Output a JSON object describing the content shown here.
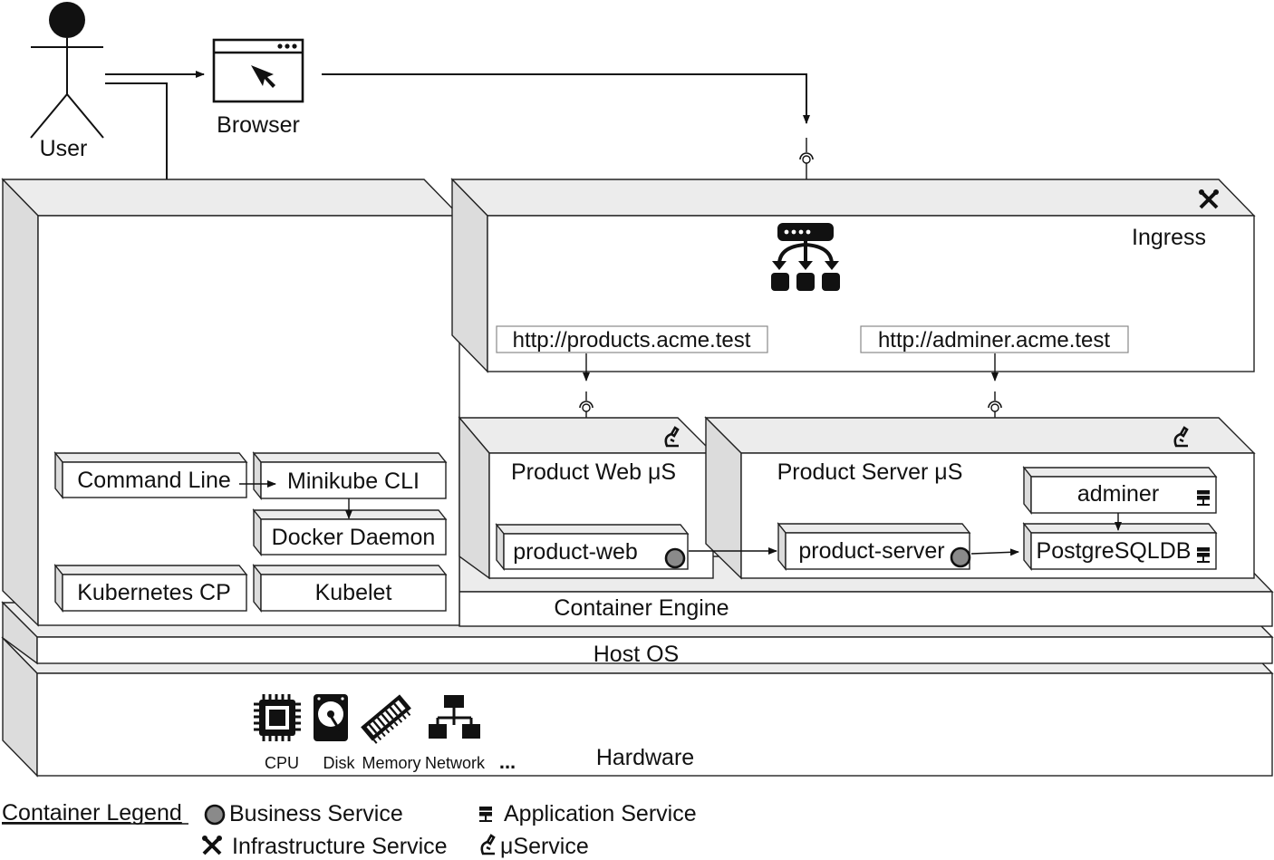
{
  "actors": {
    "user": "User",
    "browser": "Browser"
  },
  "layers": {
    "ingress": "Ingress",
    "container_engine": "Container Engine",
    "host_os": "Host OS",
    "hardware": "Hardware"
  },
  "urls": {
    "products": "http://products.acme.test",
    "adminer": "http://adminer.acme.test"
  },
  "left_components": {
    "command_line": "Command Line",
    "minikube_cli": "Minikube CLI",
    "docker_daemon": "Docker Daemon",
    "kubernetes_cp": "Kubernetes CP",
    "kubelet": "Kubelet"
  },
  "microservices": {
    "product_web_title": "Product Web μS",
    "product_server_title": "Product Server μS",
    "product_web": "product-web",
    "product_server": "product-server",
    "adminer": "adminer",
    "postgres": "PostgreSQLDB"
  },
  "hardware_items": [
    "CPU",
    "Disk",
    "Memory",
    "Network",
    "..."
  ],
  "legend": {
    "title": "Container Legend",
    "business": "Business Service",
    "application": "Application Service",
    "infrastructure": "Infrastructure Service",
    "microservice": "μService"
  },
  "colors": {
    "business_dot": "#8a8a8a",
    "box_top": "#ececec",
    "box_side": "#dcdcdc"
  }
}
